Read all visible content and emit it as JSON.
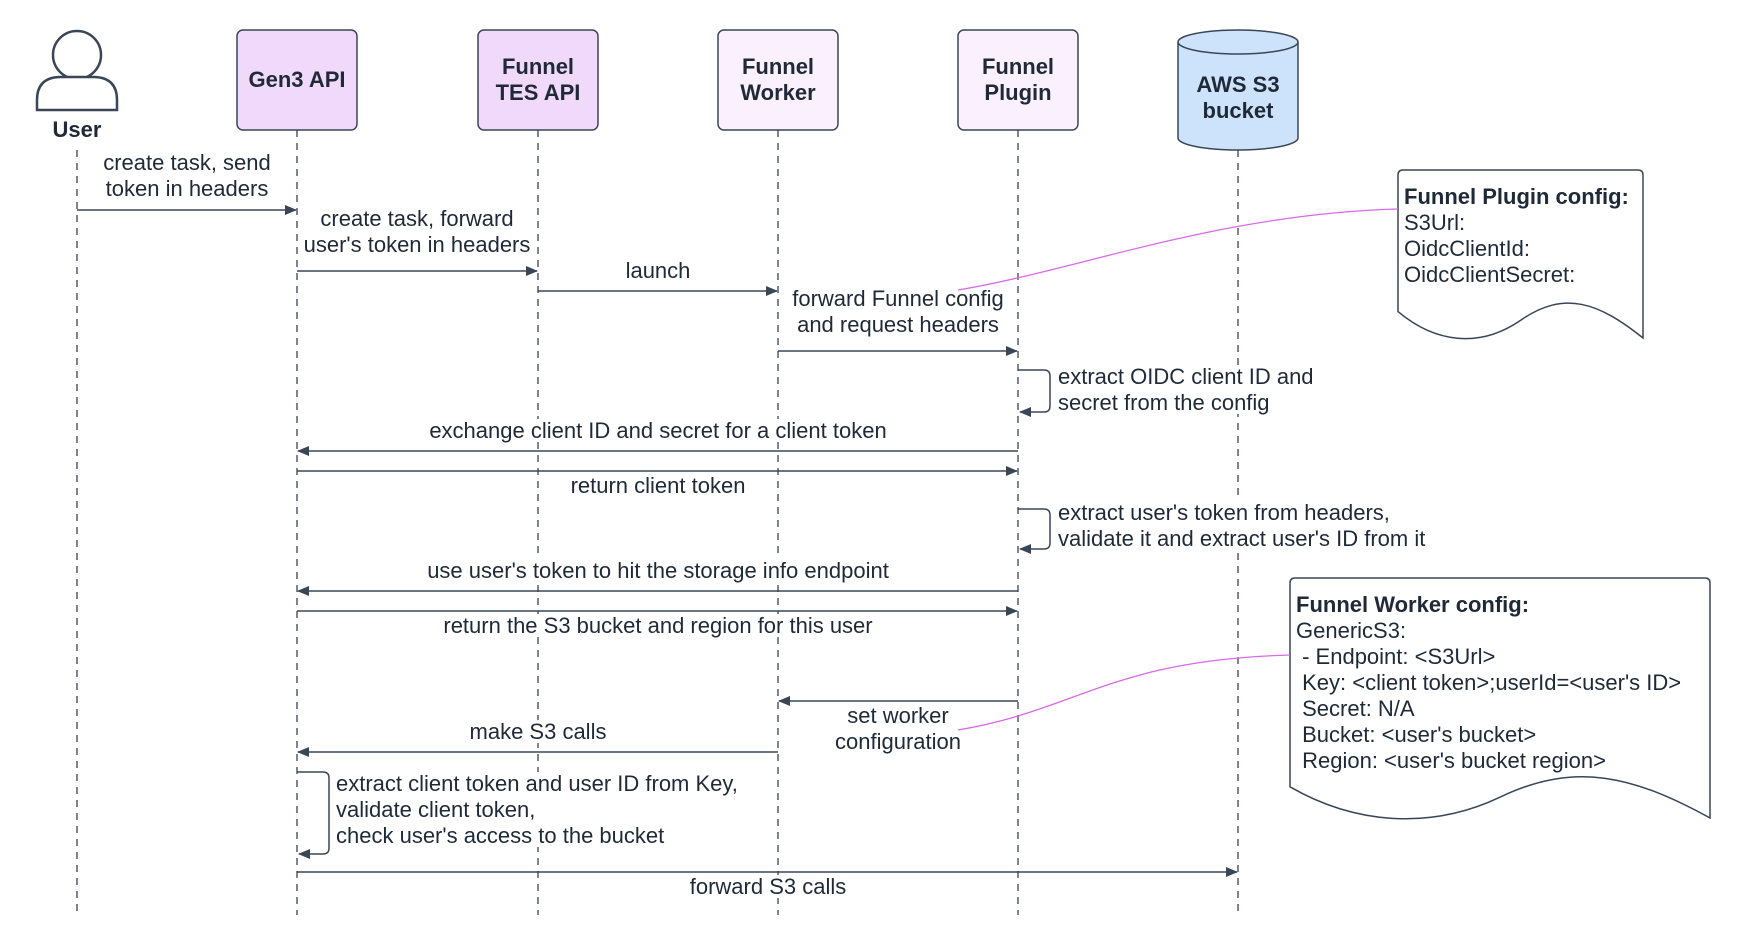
{
  "participants": [
    {
      "id": "user",
      "label": [
        "User"
      ],
      "kind": "actor"
    },
    {
      "id": "gen3",
      "label": [
        "Gen3 API"
      ],
      "kind": "box",
      "fill": "#f1d9fb"
    },
    {
      "id": "tes",
      "label": [
        "Funnel",
        "TES API"
      ],
      "kind": "box",
      "fill": "#f1d9fb"
    },
    {
      "id": "worker",
      "label": [
        "Funnel",
        "Worker"
      ],
      "kind": "box",
      "fill": "#fbf0fe"
    },
    {
      "id": "plugin",
      "label": [
        "Funnel",
        "Plugin"
      ],
      "kind": "box",
      "fill": "#fbf0fe"
    },
    {
      "id": "s3",
      "label": [
        "AWS S3",
        "bucket"
      ],
      "kind": "cylinder",
      "fill": "#cde3fb"
    }
  ],
  "messages": [
    {
      "from": "user",
      "to": "gen3",
      "label": [
        "create task, send",
        "token in headers"
      ]
    },
    {
      "from": "gen3",
      "to": "tes",
      "label": [
        "create task, forward",
        "user's token in headers"
      ]
    },
    {
      "from": "tes",
      "to": "worker",
      "label": [
        "launch"
      ]
    },
    {
      "from": "worker",
      "to": "plugin",
      "label": [
        "forward Funnel config",
        "and request headers"
      ]
    },
    {
      "from": "plugin",
      "to": "plugin",
      "label": [
        "extract OIDC client ID and",
        "secret from the config"
      ]
    },
    {
      "from": "plugin",
      "to": "gen3",
      "label": [
        "exchange client ID and secret for a client token"
      ]
    },
    {
      "from": "gen3",
      "to": "plugin",
      "label": [
        "return client token"
      ]
    },
    {
      "from": "plugin",
      "to": "plugin",
      "label": [
        "extract user's token from headers,",
        "validate it and extract user's ID from it"
      ]
    },
    {
      "from": "plugin",
      "to": "gen3",
      "label": [
        "use user's token to hit the storage info endpoint"
      ]
    },
    {
      "from": "gen3",
      "to": "plugin",
      "label": [
        "return the S3 bucket and region for this user"
      ]
    },
    {
      "from": "plugin",
      "to": "worker",
      "label": [
        "set worker",
        "configuration"
      ]
    },
    {
      "from": "worker",
      "to": "gen3",
      "label": [
        "make S3 calls"
      ]
    },
    {
      "from": "gen3",
      "to": "gen3",
      "label": [
        "extract client token and user ID from Key,",
        "validate client token,",
        "check user's access to the bucket"
      ]
    },
    {
      "from": "gen3",
      "to": "s3",
      "label": [
        "forward S3 calls"
      ]
    }
  ],
  "notes": [
    {
      "id": "plugin-config",
      "title": "Funnel Plugin config:",
      "lines": [
        "S3Url:",
        "OidcClientId:",
        "OidcClientSecret:"
      ]
    },
    {
      "id": "worker-config",
      "title": "Funnel Worker config:",
      "lines": [
        "GenericS3:",
        "  - Endpoint: <S3Url>",
        "    Key: <client token>;userId=<user's ID>",
        "    Secret: N/A",
        "    Bucket: <user's bucket>",
        "    Region: <user's bucket region>"
      ]
    }
  ],
  "colors": {
    "line": "#3a4656",
    "connector": "#d86ae8",
    "text": "#1f2937"
  }
}
